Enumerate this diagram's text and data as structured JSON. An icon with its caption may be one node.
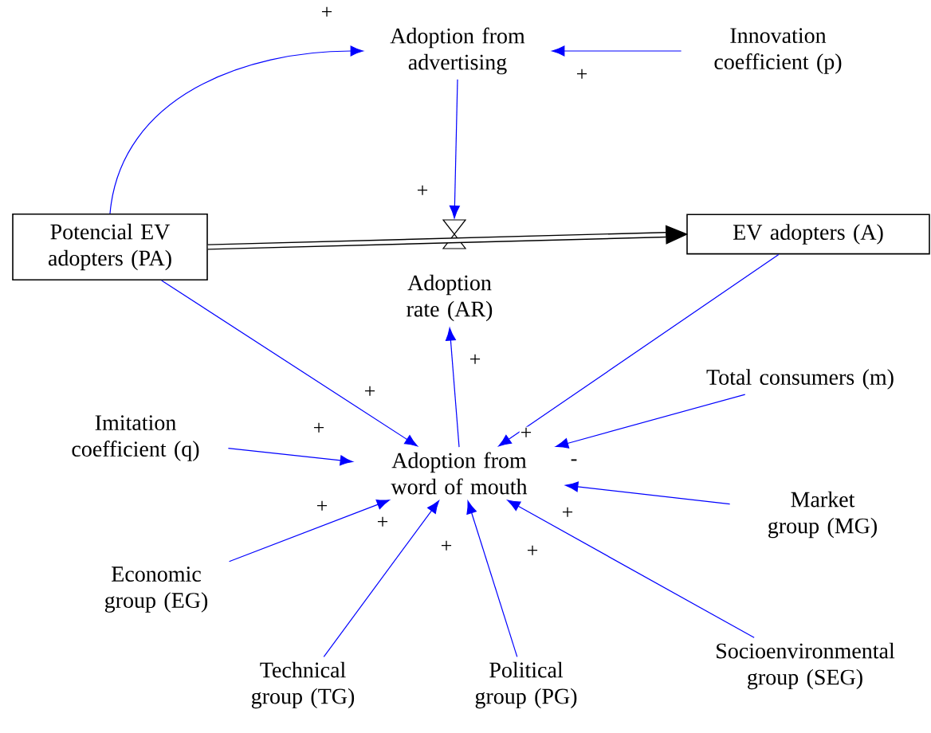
{
  "diagram": {
    "nodes": [
      {
        "text": [
          "Potencial EV adopters (PA)"
        ]
      },
      {
        "text": [
          "Adoption from advertising"
        ]
      },
      {
        "text": [
          "Innovation coefficient (p)"
        ]
      },
      {
        "text": [
          "Adoption rate (AR)"
        ]
      },
      {
        "text": [
          "EV adopters (A)"
        ]
      },
      {
        "text": [
          "Adoption from word of mouth"
        ]
      },
      {
        "text": [
          "Total consumers (m)"
        ]
      },
      {
        "text": [
          "Imitation coefficient (q)"
        ]
      },
      {
        "text": [
          "Market group (MG)"
        ]
      },
      {
        "text": [
          "Economic group (EG)"
        ]
      },
      {
        "text": [
          "Technical group (TG)"
        ]
      },
      {
        "text": [
          "Political group (PG)"
        ]
      },
      {
        "text": [
          "Socioenvironmental group (SEG)"
        ]
      }
    ],
    "edges": [
      {
        "from": 0,
        "to": 4,
        "arrow": "to",
        "style": "thick",
        "color": "#000000"
      },
      {
        "from": 0,
        "to": 1,
        "arrow": "to",
        "label": "+"
      },
      {
        "from": 2,
        "to": 1,
        "arrow": "to",
        "label": "+"
      },
      {
        "from": 1,
        "to": 3,
        "arrow": "to",
        "label": "+"
      },
      {
        "from": 0,
        "to": 5,
        "arrow": "to",
        "label": "+"
      },
      {
        "from": 4,
        "to": 5,
        "arrow": "to",
        "label": "+"
      },
      {
        "from": 5,
        "to": 3,
        "arrow": "to",
        "label": "+"
      },
      {
        "from": 6,
        "to": 5,
        "arrow": "to",
        "label": "-"
      },
      {
        "from": 7,
        "to": 5,
        "arrow": "to",
        "label": "+"
      },
      {
        "from": 8,
        "to": 5,
        "arrow": "to",
        "label": "+"
      },
      {
        "from": 9,
        "to": 5,
        "arrow": "to",
        "label": "+"
      },
      {
        "from": 10,
        "to": 5,
        "arrow": "to",
        "label": "+"
      },
      {
        "from": 11,
        "to": 5,
        "arrow": "to",
        "label": "+"
      },
      {
        "from": 12,
        "to": 5,
        "arrow": "to",
        "label": "+"
      }
    ]
  }
}
